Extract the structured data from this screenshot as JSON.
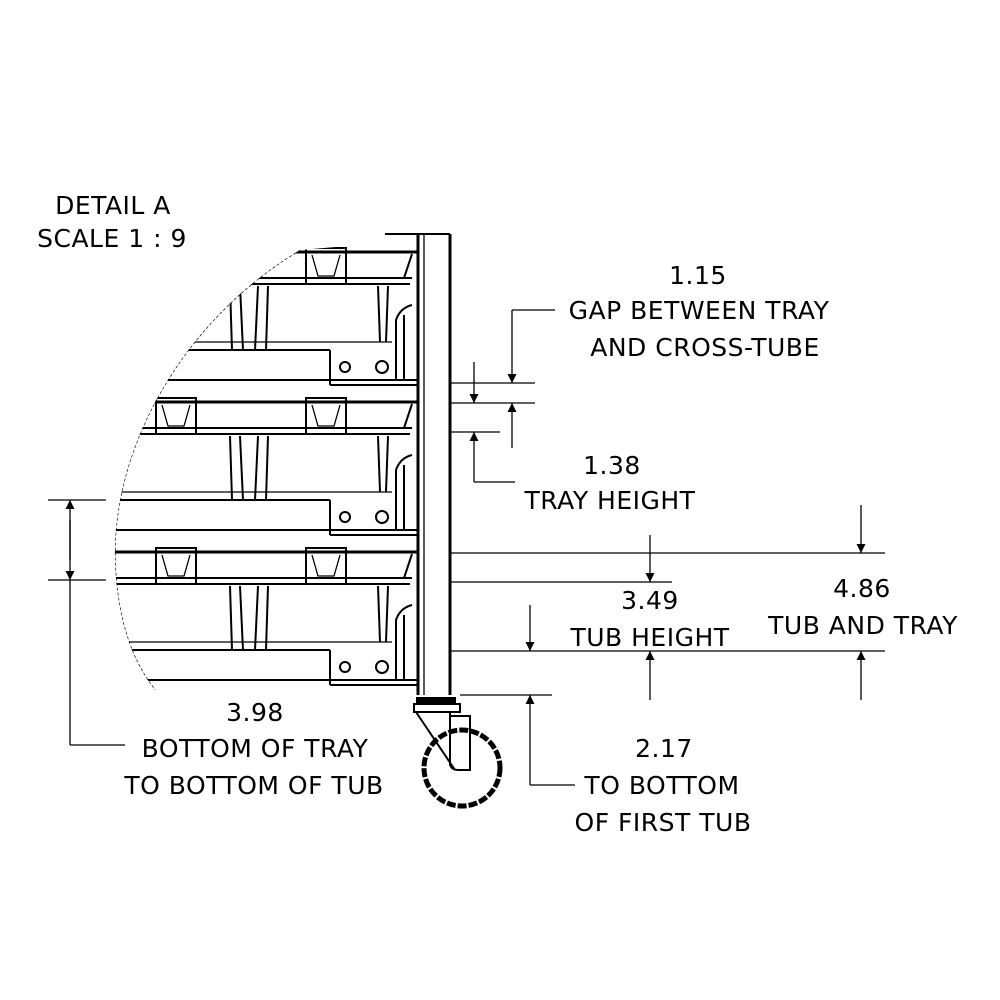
{
  "detail": {
    "title": "DETAIL A",
    "scale": "SCALE 1 : 9"
  },
  "dimensions": {
    "gap": {
      "value": "1.15",
      "line1": "GAP BETWEEN TRAY",
      "line2": "AND CROSS-TUBE"
    },
    "tray_height": {
      "value": "1.38",
      "line1": "TRAY HEIGHT"
    },
    "tub_and_tray": {
      "value": "4.86",
      "line1": "TUB AND TRAY"
    },
    "tub_height": {
      "value": "3.49",
      "line1": "TUB HEIGHT"
    },
    "first_tub": {
      "value": "2.17",
      "line1": "TO BOTTOM",
      "line2": "OF FIRST TUB"
    },
    "tray_to_tub": {
      "value": "3.98",
      "line1": "BOTTOM OF TRAY",
      "line2": "TO BOTTOM OF TUB"
    }
  },
  "colors": {
    "ink": "#000000",
    "paper": "#ffffff"
  }
}
